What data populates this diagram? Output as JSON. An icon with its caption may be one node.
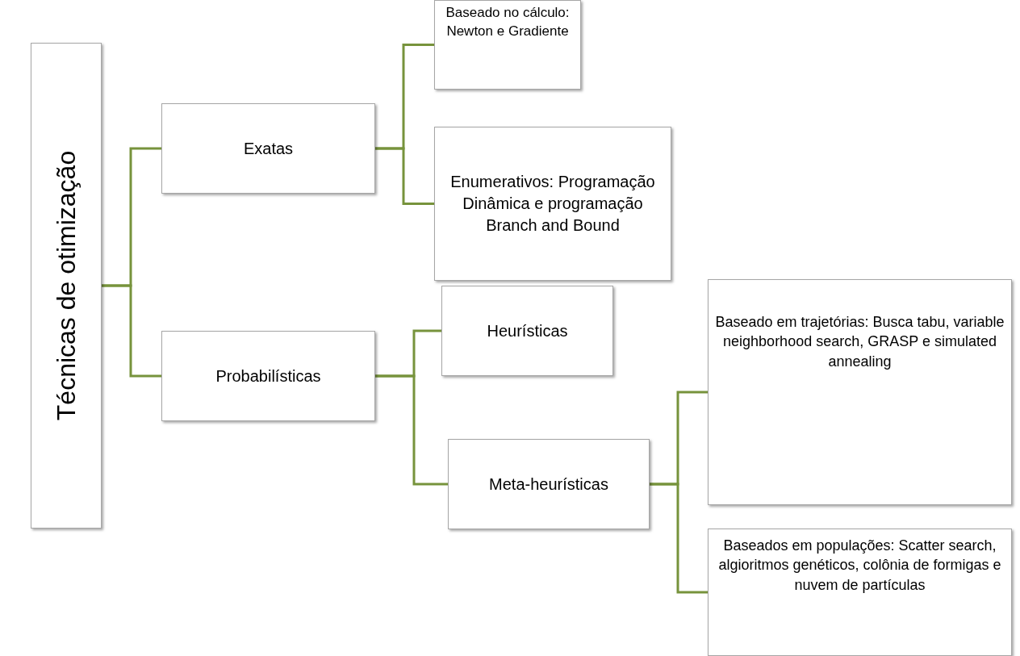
{
  "diagram": {
    "nodes": [
      {
        "text": [
          "Técnicas de otimização"
        ]
      },
      {
        "text": [
          "Exatas"
        ]
      },
      {
        "text": [
          "Probabilísticas"
        ]
      },
      {
        "text": [
          "Baseado no cálculo: Newton e Gradiente"
        ]
      },
      {
        "text": [
          "Enumerativos: Programação Dinâmica  e programação Branch and  Bound"
        ]
      },
      {
        "text": [
          "Heurísticas"
        ]
      },
      {
        "text": [
          "Meta-heurísticas"
        ]
      },
      {
        "text": [
          "Baseado em trajetórias: Busca tabu, variable neighborhood search, GRASP e simulated annealing"
        ]
      },
      {
        "text": [
          "Baseados em populações: Scatter search, algioritmos genéticos, colônia de formigas e nuvem de partículas"
        ]
      }
    ],
    "edges": [
      {
        "from": 0,
        "to": 1,
        "arrow": "none"
      },
      {
        "from": 0,
        "to": 2,
        "arrow": "none"
      },
      {
        "from": 1,
        "to": 3,
        "arrow": "none"
      },
      {
        "from": 1,
        "to": 4,
        "arrow": "none"
      },
      {
        "from": 2,
        "to": 5,
        "arrow": "none"
      },
      {
        "from": 2,
        "to": 6,
        "arrow": "none"
      },
      {
        "from": 6,
        "to": 7,
        "arrow": "none"
      },
      {
        "from": 6,
        "to": 8,
        "arrow": "none"
      }
    ]
  }
}
